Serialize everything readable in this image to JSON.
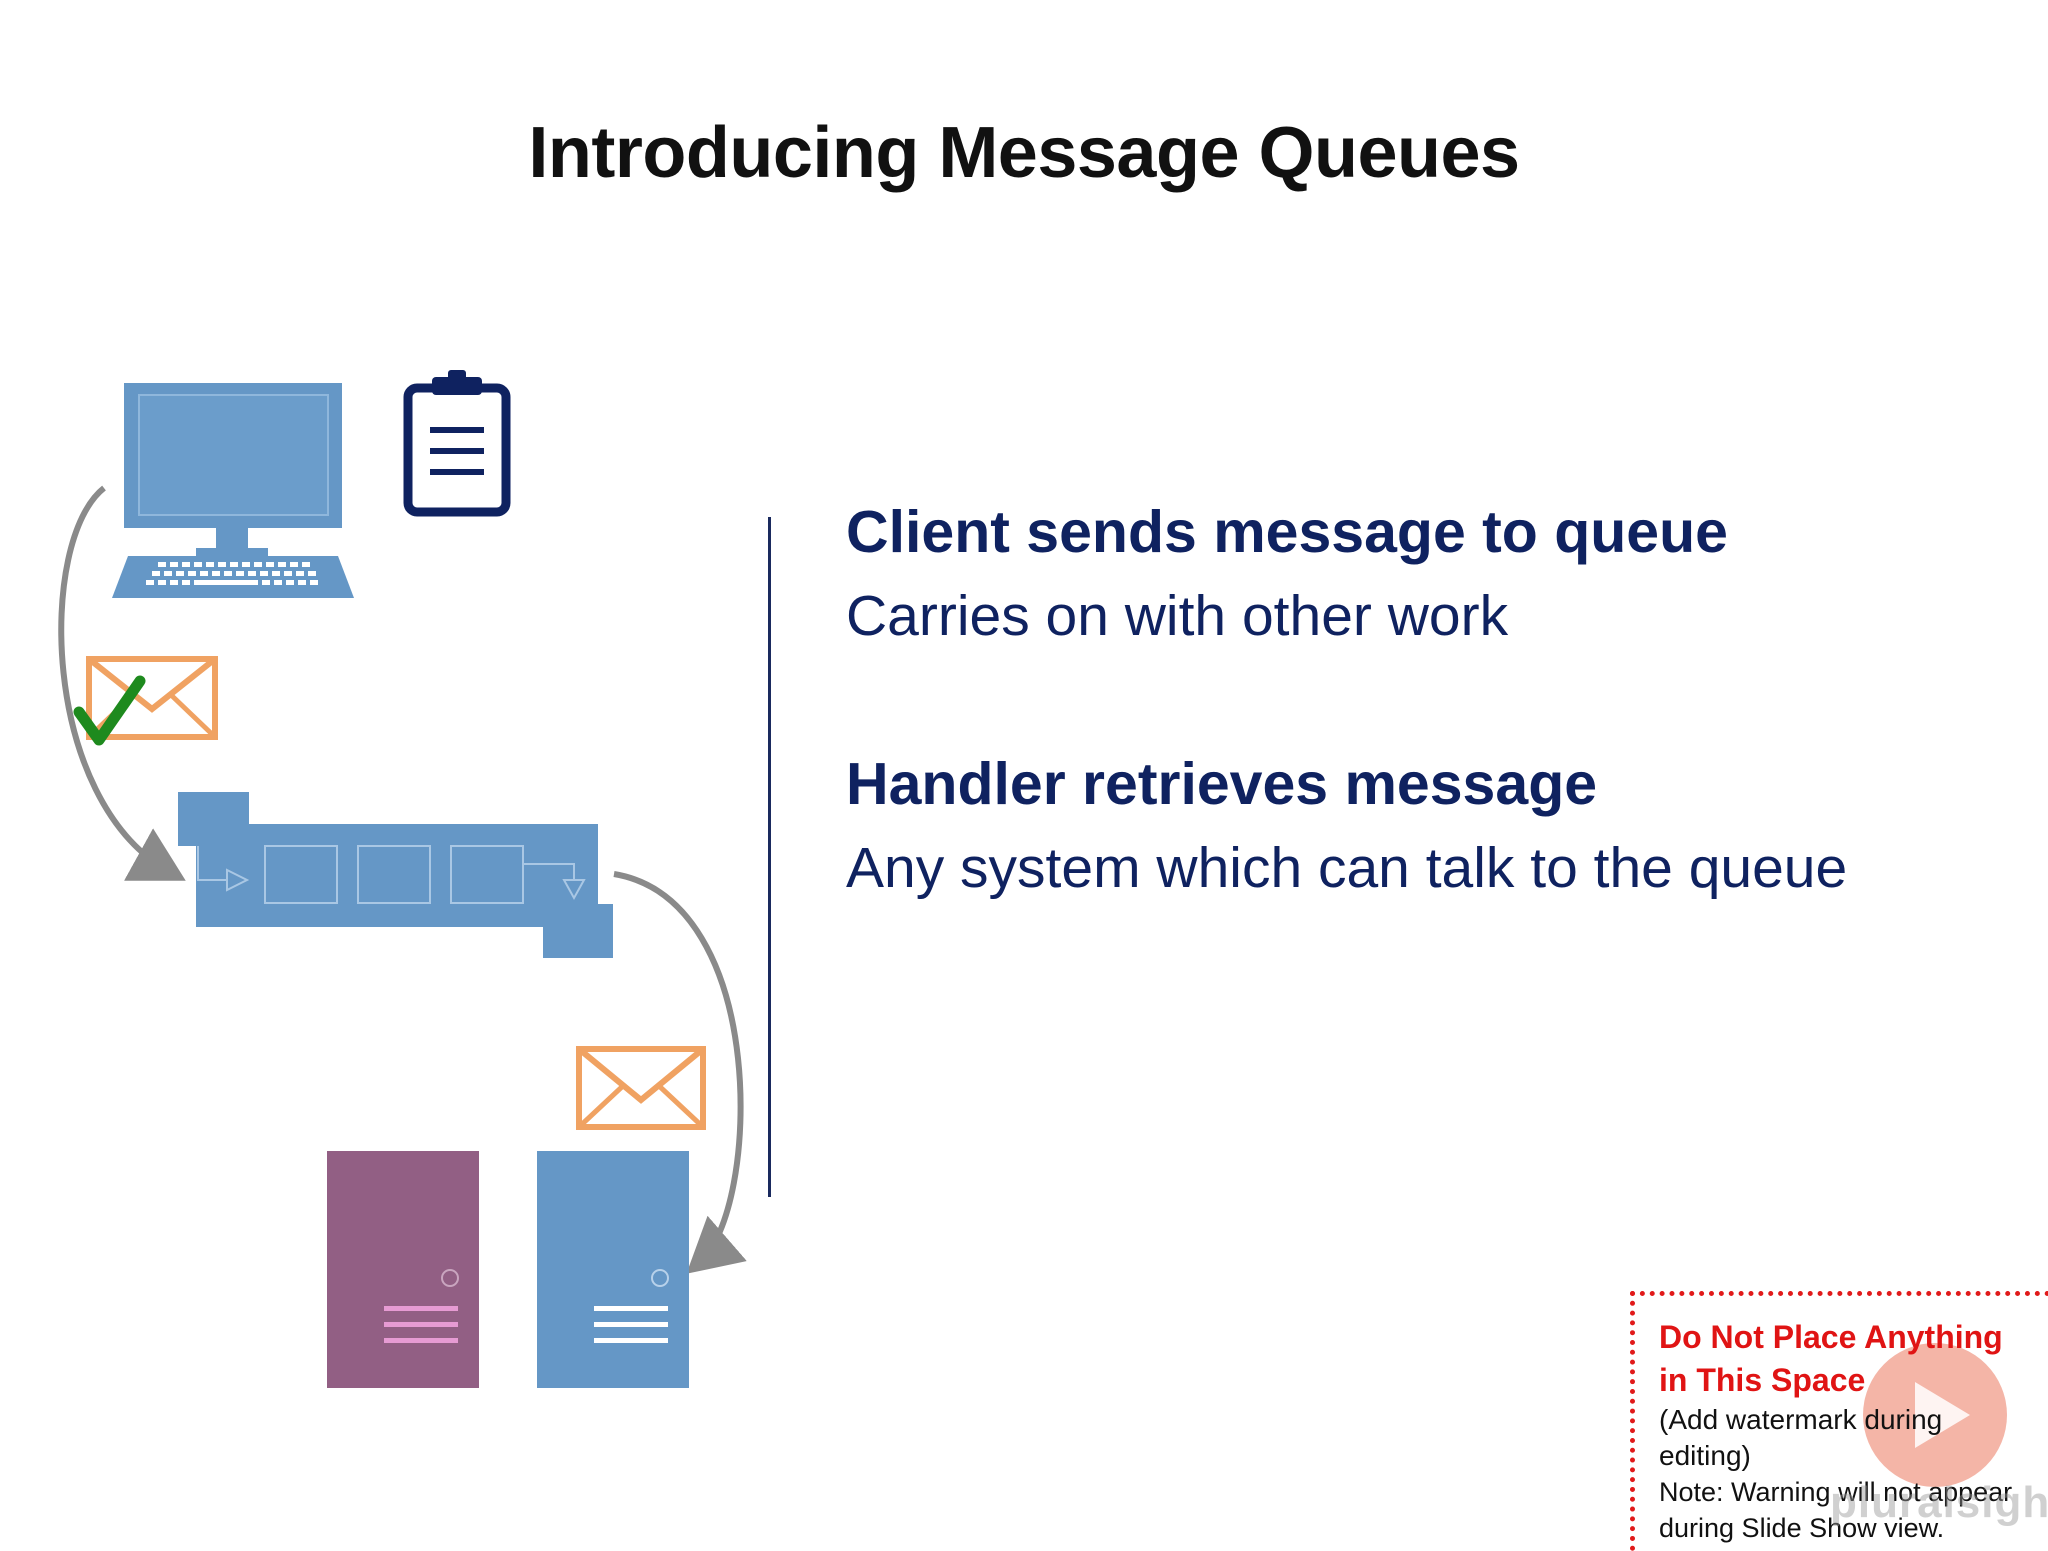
{
  "slide": {
    "title": "Introducing Message Queues"
  },
  "points": [
    {
      "heading": "Client sends message to queue",
      "detail": "Carries on with other work"
    },
    {
      "heading": "Handler retrieves message",
      "detail": "Any system which can talk to the queue"
    }
  ],
  "warning": {
    "heading_line1": "Do Not Place Anything",
    "heading_line2": "in This Space",
    "sub": "(Add watermark during editing)",
    "note": "Note:  Warning will not appear during Slide Show view."
  },
  "watermark": {
    "text": "pluralsight"
  },
  "colors": {
    "title": "#111111",
    "text_navy": "#0f2260",
    "diagram_blue": "#6597c6",
    "server_purple": "#925f84",
    "envelope_orange": "#f0a262",
    "check_green": "#1e8a1e",
    "arrow_gray": "#8a8a8a",
    "warning_red": "#e01414"
  }
}
